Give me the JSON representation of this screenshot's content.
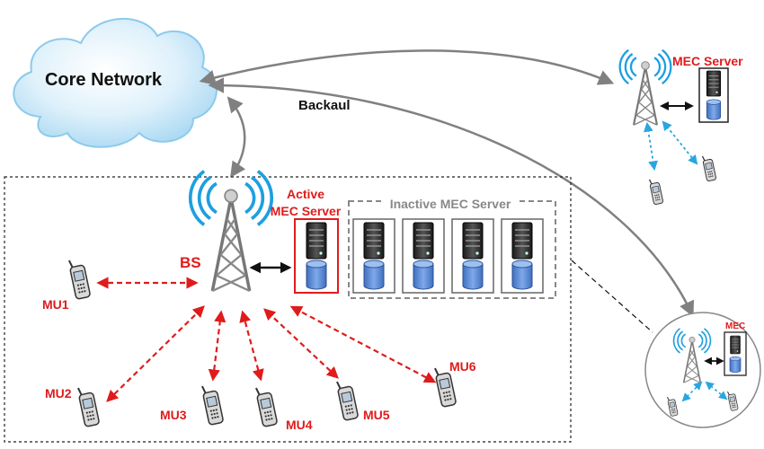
{
  "core_network": {
    "label": "Core Network"
  },
  "backhaul": {
    "label": "Backaul"
  },
  "main_cell": {
    "bs_label": "BS",
    "active_mec": {
      "line1": "Active",
      "line2": "MEC Server"
    },
    "inactive_mec": {
      "label": "Inactive MEC Server"
    },
    "mobile_users": [
      "MU1",
      "MU2",
      "MU3",
      "MU4",
      "MU5",
      "MU6"
    ]
  },
  "remote_cell": {
    "mec_label": "MEC Server"
  },
  "zoom_cell": {
    "mec_label": "MEC"
  },
  "colors": {
    "red": "#e01b1b",
    "blue_link": "#29a6e0",
    "arc": "#808080",
    "cylinder": "#5b8dd6",
    "wave": "#1e9fe0"
  }
}
